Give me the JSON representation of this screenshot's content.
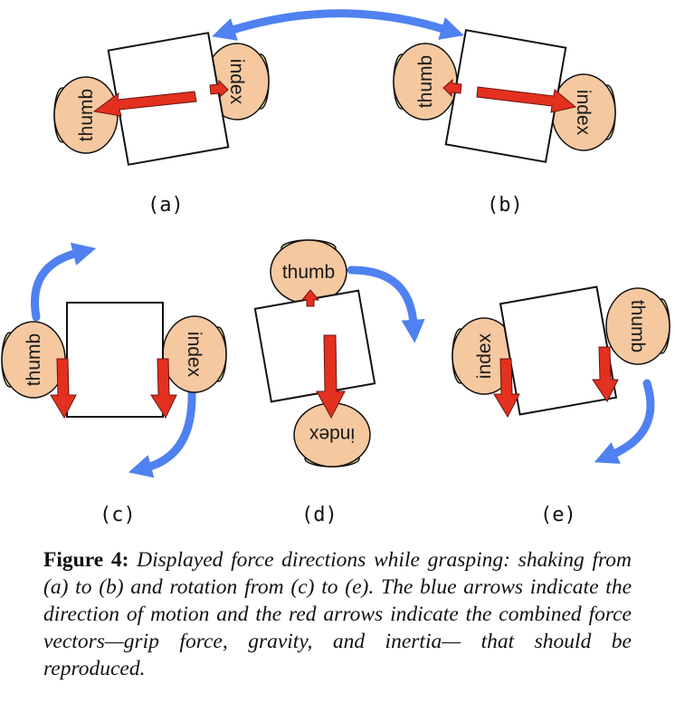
{
  "fingers": {
    "thumb": "thumb",
    "index": "index"
  },
  "panels": [
    {
      "id": "a",
      "label": "(a)"
    },
    {
      "id": "b",
      "label": "(b)"
    },
    {
      "id": "c",
      "label": "(c)"
    },
    {
      "id": "d",
      "label": "(d)"
    },
    {
      "id": "e",
      "label": "(e)"
    }
  ],
  "colors": {
    "motion_arrow": "#4f81f0",
    "force_arrow": "#e4301e",
    "fingertip": "#f5c8a0",
    "fingernail": "#fbf6a8",
    "outline": "#111111"
  },
  "caption": {
    "label": "Figure 4:",
    "text": "Displayed force directions while grasping: shaking from (a) to (b) and rotation from (c) to (e). The blue arrows indicate the direction of motion and the red arrows indicate the combined force vectors—grip force, gravity, and inertia— that should be reproduced."
  }
}
